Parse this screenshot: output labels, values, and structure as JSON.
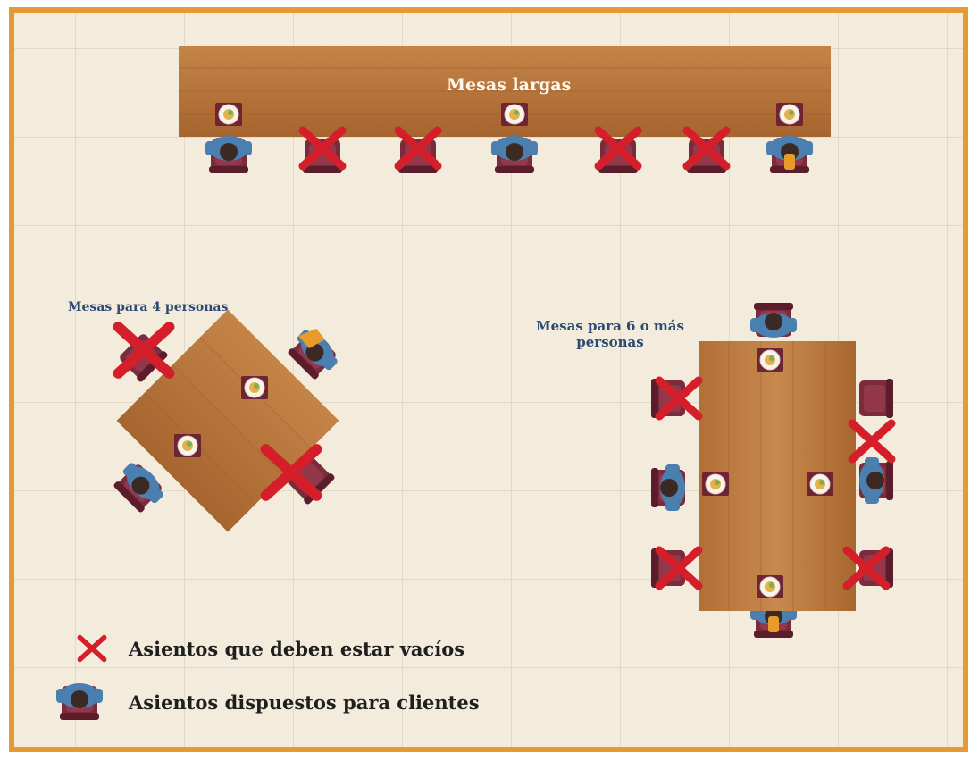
{
  "sections": {
    "long_tables": {
      "title": "Mesas largas"
    },
    "four_person": {
      "title": "Mesas para 4 personas"
    },
    "six_person": {
      "title_line1": "Mesas para 6 o más",
      "title_line2": "personas"
    }
  },
  "legend": {
    "empty_seat": "Asientos que deben estar vacíos",
    "customer_seat": "Asientos dispuestos para clientes"
  },
  "colors": {
    "frame": "#e59a35",
    "background": "#f3ecdc",
    "wood": "#b5733c",
    "chair": "#7a2b3c",
    "cross": "#d41f2a",
    "shirt": "#4a7fb0",
    "label": "#2c4a73"
  }
}
